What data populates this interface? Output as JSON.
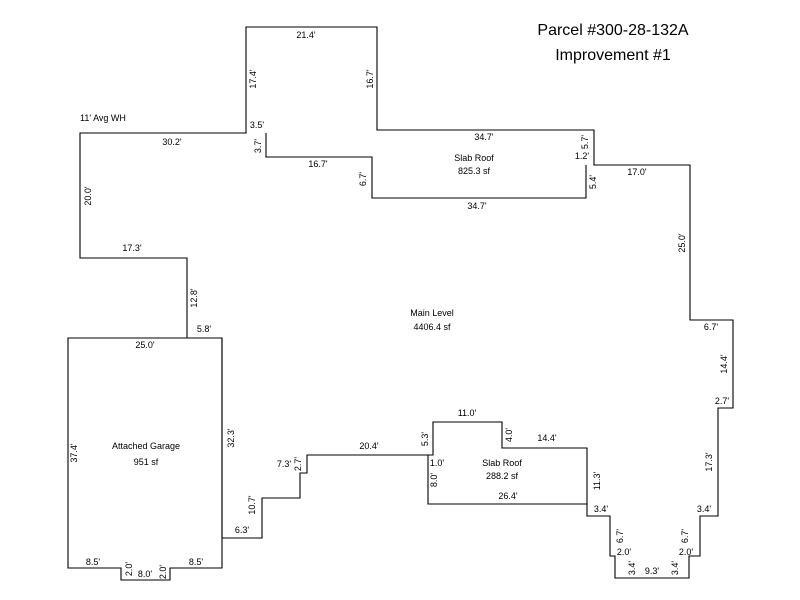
{
  "header": {
    "parcel": "Parcel #300-28-132A",
    "improvement": "Improvement #1"
  },
  "note": {
    "wall_height": "11' Avg WH"
  },
  "areas": {
    "main": {
      "name": "Main Level",
      "size": "4406.4 sf"
    },
    "slab_upper": {
      "name": "Slab Roof",
      "size": "825.3 sf"
    },
    "slab_lower": {
      "name": "Slab Roof",
      "size": "288.2 sf"
    },
    "garage": {
      "name": "Attached Garage",
      "size": "951 sf"
    }
  },
  "dimensions": [
    "21.4'",
    "17.4'",
    "16.7'",
    "3.5'",
    "34.7'",
    "5.7'",
    "3.7'",
    "1.2'",
    "30.2'",
    "16.7'",
    "6.7'",
    "5.4'",
    "17.0'",
    "34.7'",
    "20.0'",
    "25.0'",
    "17.3'",
    "12.8'",
    "5.8'",
    "25.0'",
    "6.7'",
    "14.4'",
    "37.4'",
    "32.3'",
    "11.0'",
    "2.7'",
    "4.0'",
    "14.4'",
    "5.3'",
    "20.4'",
    "7.3'",
    "2.7'",
    "1.0'",
    "8.0'",
    "17.3'",
    "11.3'",
    "10.7'",
    "26.4'",
    "3.4'",
    "3.4'",
    "6.3'",
    "6.7'",
    "6.7'",
    "2.0'",
    "2.0'",
    "8.5'",
    "2.0'",
    "8.5'",
    "2.0'",
    "8.0'",
    "3.4'",
    "9.3'",
    "3.4'"
  ]
}
